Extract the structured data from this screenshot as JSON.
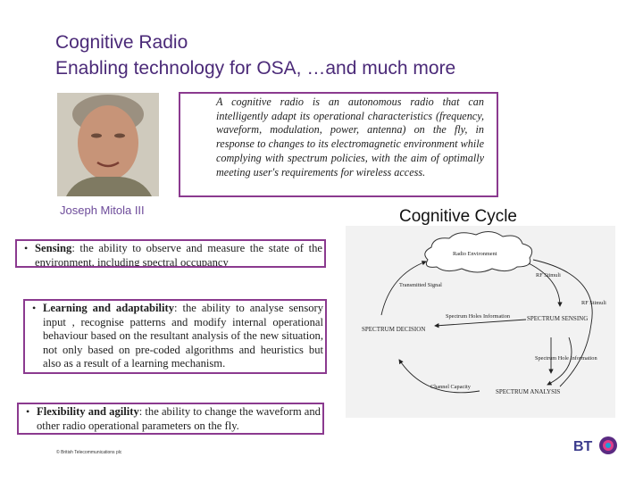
{
  "slide": {
    "title_line1": "Cognitive Radio",
    "title_line2": "Enabling technology for OSA, …and much more",
    "photo_caption": "Joseph Mitola III",
    "quote": "A cognitive radio is an autonomous radio that can intelligently adapt its operational characteristics (frequency, waveform, modulation, power, antenna) on the fly, in response to changes to its electromagnetic environment while complying with spectrum policies, with the aim of optimally meeting user's requirements for wireless access.",
    "cycle_title": "Cognitive Cycle",
    "bullets": [
      {
        "term": "Sensing",
        "text": ": the ability to observe and measure the state of the environment, including spectral occupancy"
      },
      {
        "term": "Learning and adaptability",
        "text": ": the ability to analyse sensory input , recognise patterns and modify internal operational behaviour based on the resultant analysis of the new situation, not only based on pre-coded algorithms and heuristics but also as a result of a learning mechanism."
      },
      {
        "term": "Flexibility and agility",
        "text": ": the ability to change the waveform and other radio operational parameters on the fly."
      }
    ],
    "copyright": "© British Telecommunications plc",
    "diagram": {
      "radio_environment": "Radio Environment",
      "rf_stimuli_1": "RF Stimuli",
      "rf_stimuli_2": "RF Stimuli",
      "transmitted_signal": "Transmitted Signal",
      "spectrum_holes_information": "Spectrum Holes Information",
      "spectrum_sensing": "SPECTRUM SENSING",
      "spectrum_decision": "SPECTRUM DECISION",
      "spectrum_hole_information": "Spectrum Hole Information",
      "channel_capacity": "Channel Capacity",
      "spectrum_analysis": "SPECTRUM ANALYSIS"
    },
    "logo_text": "BT"
  }
}
